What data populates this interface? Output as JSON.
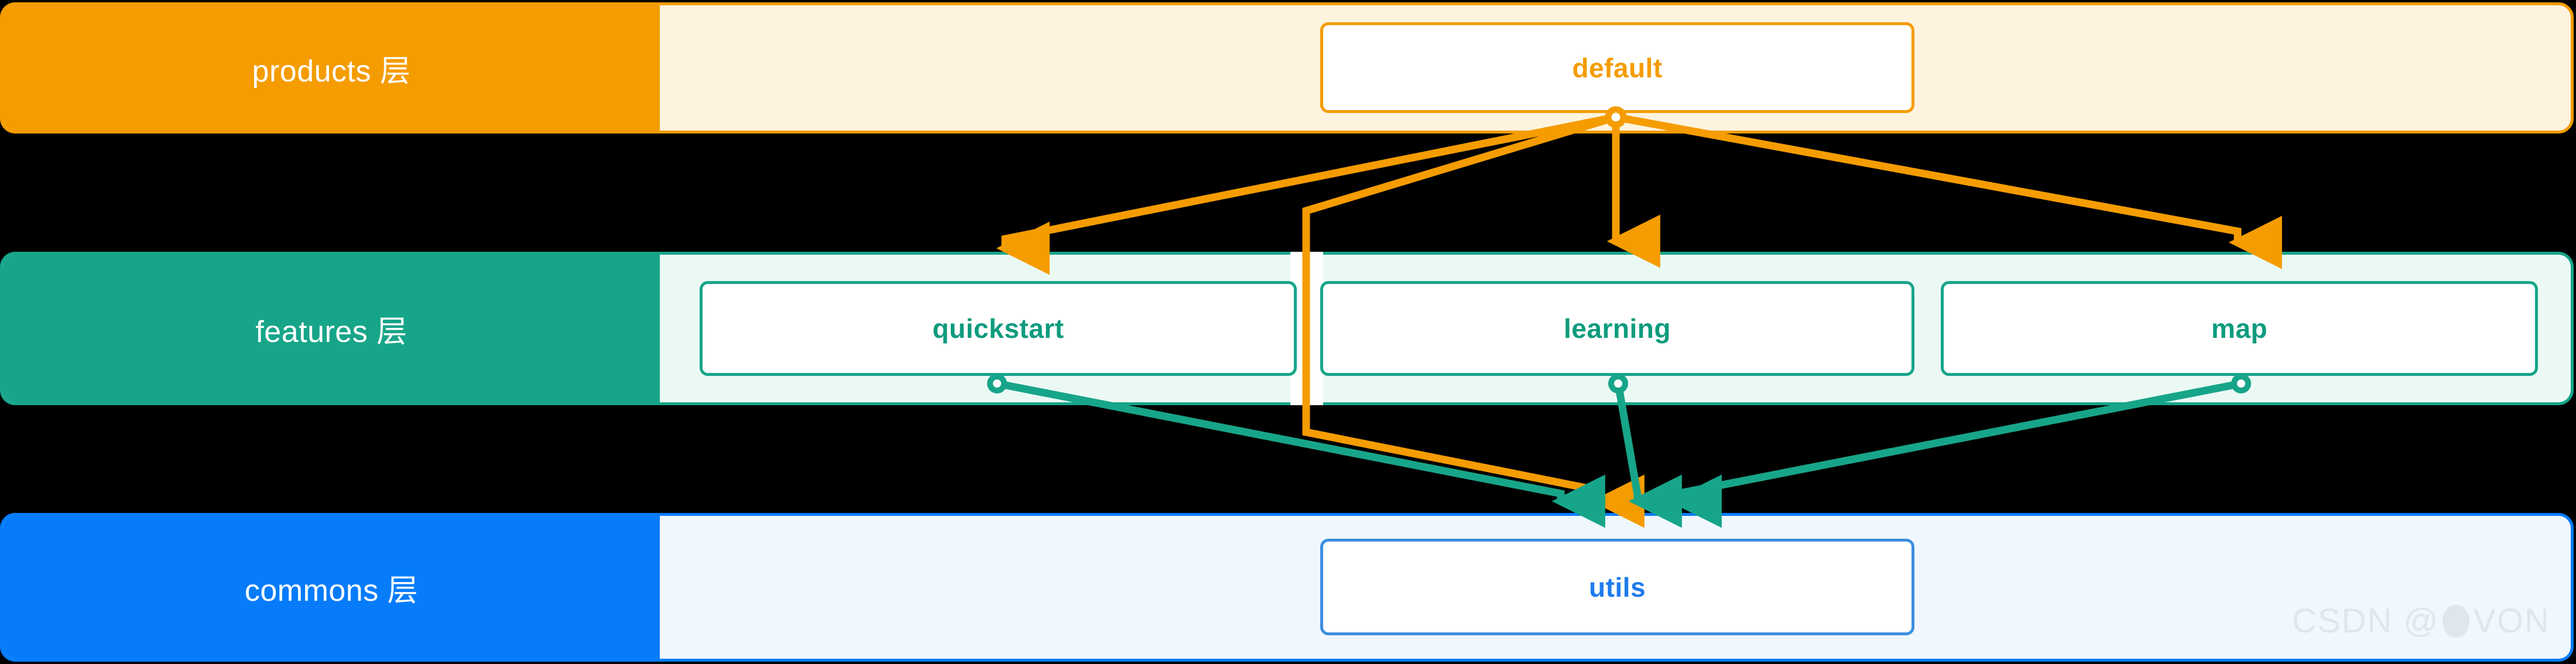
{
  "diagram": {
    "title": "Layered module dependency diagram",
    "layers": [
      {
        "id": "products",
        "label": "products 层",
        "band_color": "#F59C00",
        "body_color": "#FDF3DE",
        "nodes": [
          {
            "id": "default",
            "label": "default",
            "color": "#F59C00"
          }
        ]
      },
      {
        "id": "features",
        "label": "features 层",
        "band_color": "#17A589",
        "body_color": "#EBF9F5",
        "nodes": [
          {
            "id": "quickstart",
            "label": "quickstart",
            "color": "#0E9B7E"
          },
          {
            "id": "learning",
            "label": "learning",
            "color": "#0E9B7E"
          },
          {
            "id": "map",
            "label": "map",
            "color": "#0E9B7E"
          }
        ]
      },
      {
        "id": "commons",
        "label": "commons 层",
        "band_color": "#067CFB",
        "body_color": "#F0F7FF",
        "nodes": [
          {
            "id": "utils",
            "label": "utils",
            "color": "#1E7BEE"
          }
        ]
      }
    ],
    "edges": [
      {
        "from": "default",
        "to": "quickstart",
        "color": "#F59C00"
      },
      {
        "from": "default",
        "to": "learning",
        "color": "#F59C00"
      },
      {
        "from": "default",
        "to": "map",
        "color": "#F59C00"
      },
      {
        "from": "default",
        "to": "utils",
        "color": "#F59C00"
      },
      {
        "from": "quickstart",
        "to": "utils",
        "color": "#17A589"
      },
      {
        "from": "learning",
        "to": "utils",
        "color": "#17A589"
      },
      {
        "from": "map",
        "to": "utils",
        "color": "#17A589"
      }
    ],
    "background": "#000000"
  },
  "watermark": {
    "prefix": "CSDN @",
    "suffix": "VON"
  }
}
